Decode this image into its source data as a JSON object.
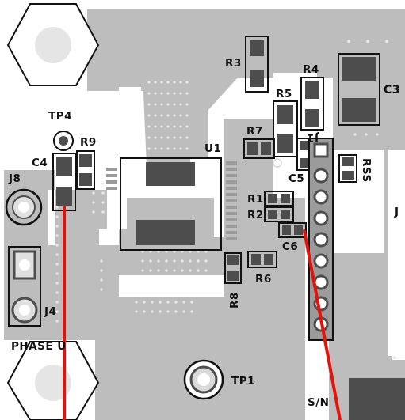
{
  "board_view": {
    "colors": {
      "copper": "#bdbdbd",
      "copper_dark": "#9b9b9b",
      "pad_dark": "#4d4d4d",
      "silkscreen": "#111111",
      "trace": "#e3120b",
      "background": "#ffffff"
    },
    "labels": {
      "tp4": "TP4",
      "r9": "R9",
      "c4": "C4",
      "j8": "J8",
      "j4": "J4",
      "phase_u": "PHASE U",
      "u1": "U1",
      "r3": "R3",
      "r4": "R4",
      "r5": "R5",
      "c3": "C3",
      "r7": "R7",
      "j1": "J1",
      "c5": "C5",
      "rss": "RSS",
      "r1": "R1",
      "r2": "R2",
      "c6": "C6",
      "r6": "R6",
      "r8": "R8",
      "tp1": "TP1",
      "sn": "S/N",
      "edge_j": "J"
    }
  }
}
